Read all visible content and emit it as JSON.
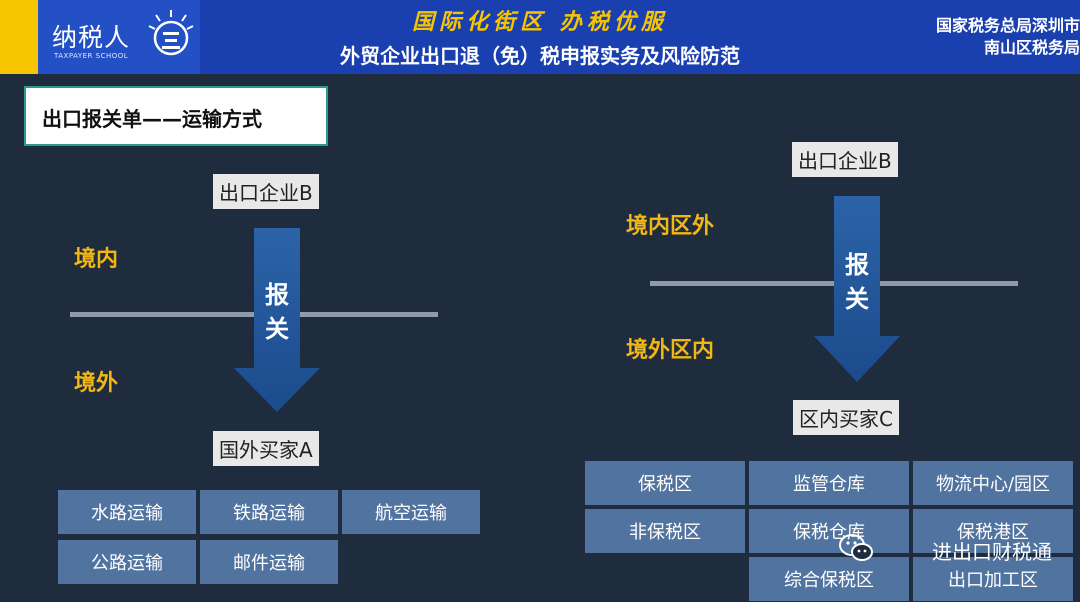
{
  "header": {
    "logo_text": "纳税人",
    "logo_sub": "TAXPAYER SCHOOL",
    "slogan": "国际化街区 办税优服",
    "subtitle": "外贸企业出口退（免）税申报实务及风险防范",
    "org_line1": "国家税务总局深圳市",
    "org_line2": "南山区税务局"
  },
  "colors": {
    "accent_gold": "#f3b714",
    "header_blue": "#1a3fae",
    "box_blue": "#5173a0",
    "background": "#1e2c3d"
  },
  "slide": {
    "title": "出口报关单——运输方式",
    "left": {
      "exporter": "出口企业B",
      "domestic": "境内",
      "foreign": "境外",
      "arrow_line1": "报",
      "arrow_line2": "关",
      "buyer": "国外买家A",
      "modes": [
        "水路运输",
        "铁路运输",
        "航空运输",
        "公路运输",
        "邮件运输"
      ]
    },
    "right": {
      "exporter": "出口企业B",
      "domestic_outside": "境内区外",
      "outside_inside": "境外区内",
      "arrow_line1": "报",
      "arrow_line2": "关",
      "buyer": "区内买家C",
      "zones": [
        "保税区",
        "监管仓库",
        "物流中心/园区",
        "非保税区",
        "保税仓库",
        "保税港区",
        "综合保税区",
        "出口加工区"
      ]
    }
  },
  "watermark": {
    "text": "进出口财税通",
    "icon": "wechat-icon"
  }
}
